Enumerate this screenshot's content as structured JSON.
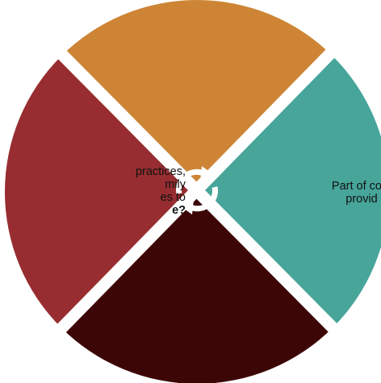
{
  "segments": [
    {
      "id": "top",
      "color": "#CD8535"
    },
    {
      "id": "right",
      "color": "#47A59A"
    },
    {
      "id": "bottom",
      "color": "#3D0606"
    },
    {
      "id": "left",
      "color": "#972D30"
    }
  ],
  "left_label": {
    "lines": [
      "practices,",
      "mily",
      "es to"
    ],
    "bold_line": "e?"
  },
  "right_label": {
    "lines": [
      "Part of com",
      "provid"
    ]
  },
  "center_icon": "cycle-arrows-icon",
  "colors": {
    "background": "#ffffff",
    "separator": "#ffffff"
  }
}
